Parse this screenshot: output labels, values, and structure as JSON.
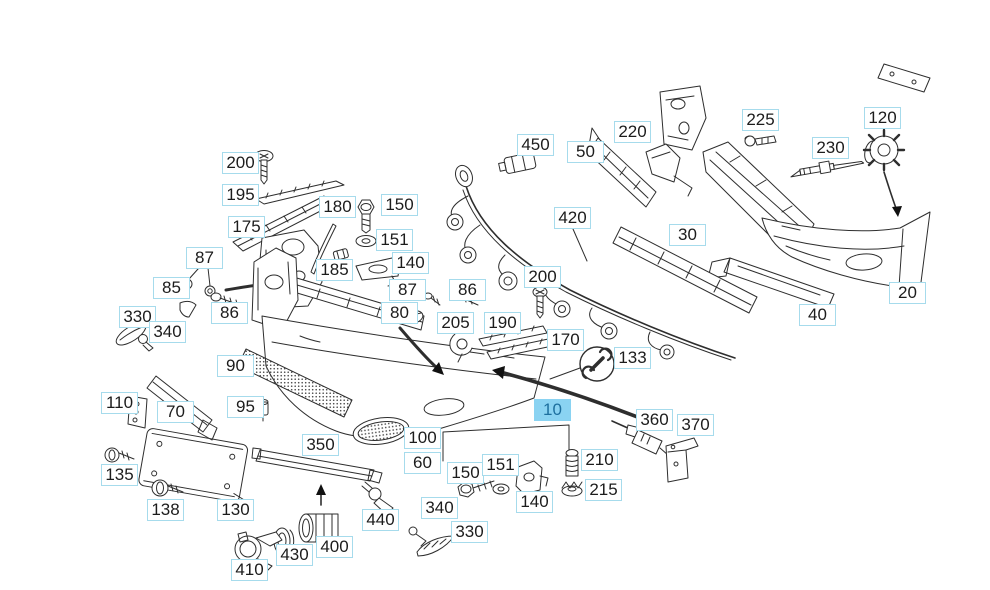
{
  "diagram": {
    "selected_part_number": "10",
    "colors": {
      "label_border": "#a6dbec",
      "label_background": "#ffffff",
      "label_text": "#1c1c1c",
      "highlight_background": "#8ad3f2",
      "highlight_text": "#1d6f9e",
      "line_art": "#2e2e2e",
      "background": "#ffffff"
    },
    "icons": {
      "marker_133": "wrench-icon"
    }
  },
  "labels": [
    {
      "text": "200"
    },
    {
      "text": "195"
    },
    {
      "text": "175"
    },
    {
      "text": "180"
    },
    {
      "text": "150"
    },
    {
      "text": "151"
    },
    {
      "text": "185"
    },
    {
      "text": "140"
    },
    {
      "text": "87"
    },
    {
      "text": "87"
    },
    {
      "text": "85"
    },
    {
      "text": "86"
    },
    {
      "text": "330"
    },
    {
      "text": "340"
    },
    {
      "text": "90"
    },
    {
      "text": "110"
    },
    {
      "text": "70"
    },
    {
      "text": "95"
    },
    {
      "text": "135"
    },
    {
      "text": "138"
    },
    {
      "text": "130"
    },
    {
      "text": "350"
    },
    {
      "text": "80"
    },
    {
      "text": "205"
    },
    {
      "text": "190"
    },
    {
      "text": "86"
    },
    {
      "text": "200"
    },
    {
      "text": "170"
    },
    {
      "text": "133"
    },
    {
      "text": "10",
      "selected": true
    },
    {
      "text": "450"
    },
    {
      "text": "50"
    },
    {
      "text": "220"
    },
    {
      "text": "420"
    },
    {
      "text": "30"
    },
    {
      "text": "225"
    },
    {
      "text": "230"
    },
    {
      "text": "120"
    },
    {
      "text": "20"
    },
    {
      "text": "40"
    },
    {
      "text": "100"
    },
    {
      "text": "60"
    },
    {
      "text": "150"
    },
    {
      "text": "151"
    },
    {
      "text": "140"
    },
    {
      "text": "210"
    },
    {
      "text": "215"
    },
    {
      "text": "360"
    },
    {
      "text": "370"
    },
    {
      "text": "440"
    },
    {
      "text": "340"
    },
    {
      "text": "330"
    },
    {
      "text": "400"
    },
    {
      "text": "430"
    },
    {
      "text": "410"
    }
  ]
}
